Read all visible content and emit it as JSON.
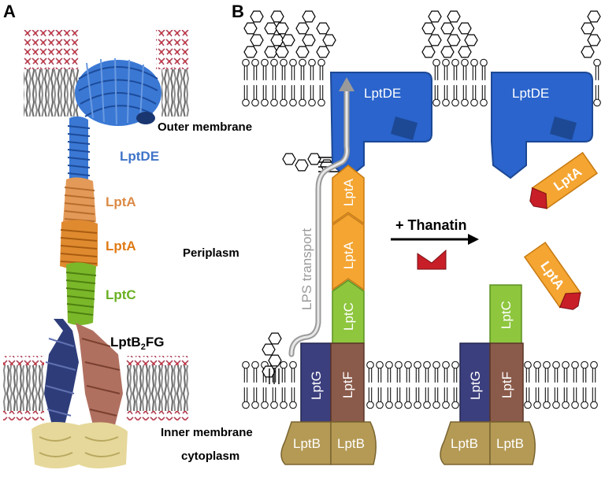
{
  "panel_a": {
    "letter": "A",
    "labels": {
      "outer_membrane": "Outer membrane",
      "lptde": "LptDE",
      "lpta_1": "LptA",
      "lpta_2": "LptA",
      "periplasm": "Periplasm",
      "lptc": "LptC",
      "lptb2fg_main": "LptB",
      "lptb2fg_sub": "2",
      "lptb2fg_tail": "FG",
      "inner_membrane": "Inner membrane",
      "cytoplasm": "cytoplasm"
    }
  },
  "panel_b": {
    "letter": "B",
    "labels": {
      "lptde_left": "LptDE",
      "lptde_right": "LptDE",
      "lpta_upper": "LptA",
      "lpta_lower": "LptA",
      "lptc_left": "LptC",
      "lptc_right": "LptC",
      "lptg_left": "LptG",
      "lptf_left": "LptF",
      "lptg_right": "LptG",
      "lptf_right": "LptF",
      "lptb_1": "LptB",
      "lptb_2": "LptB",
      "lptb_3": "LptB",
      "lptb_4": "LptB",
      "lps_transport": "LPS transport",
      "thanatin": "+ Thanatin",
      "lpta_free_1": "LptA",
      "lpta_free_2": "LptA"
    }
  },
  "colors": {
    "lptde": "#2a64cc",
    "lptde_dark": "#1d4894",
    "lpta": "#f4a532",
    "lptc": "#8ec63e",
    "lptg": "#3c3f7e",
    "lptf": "#8a5a4a",
    "lptb": "#b49a55",
    "thanatin": "#c81e28",
    "lps_arrow": "#9a9a9a",
    "protein_blue": "#3a78d4",
    "protein_orange": "#e08a30",
    "protein_green": "#7ab82a",
    "protein_navy": "#2e3d7a",
    "protein_brown": "#b07060",
    "protein_khaki": "#e6d89a"
  }
}
